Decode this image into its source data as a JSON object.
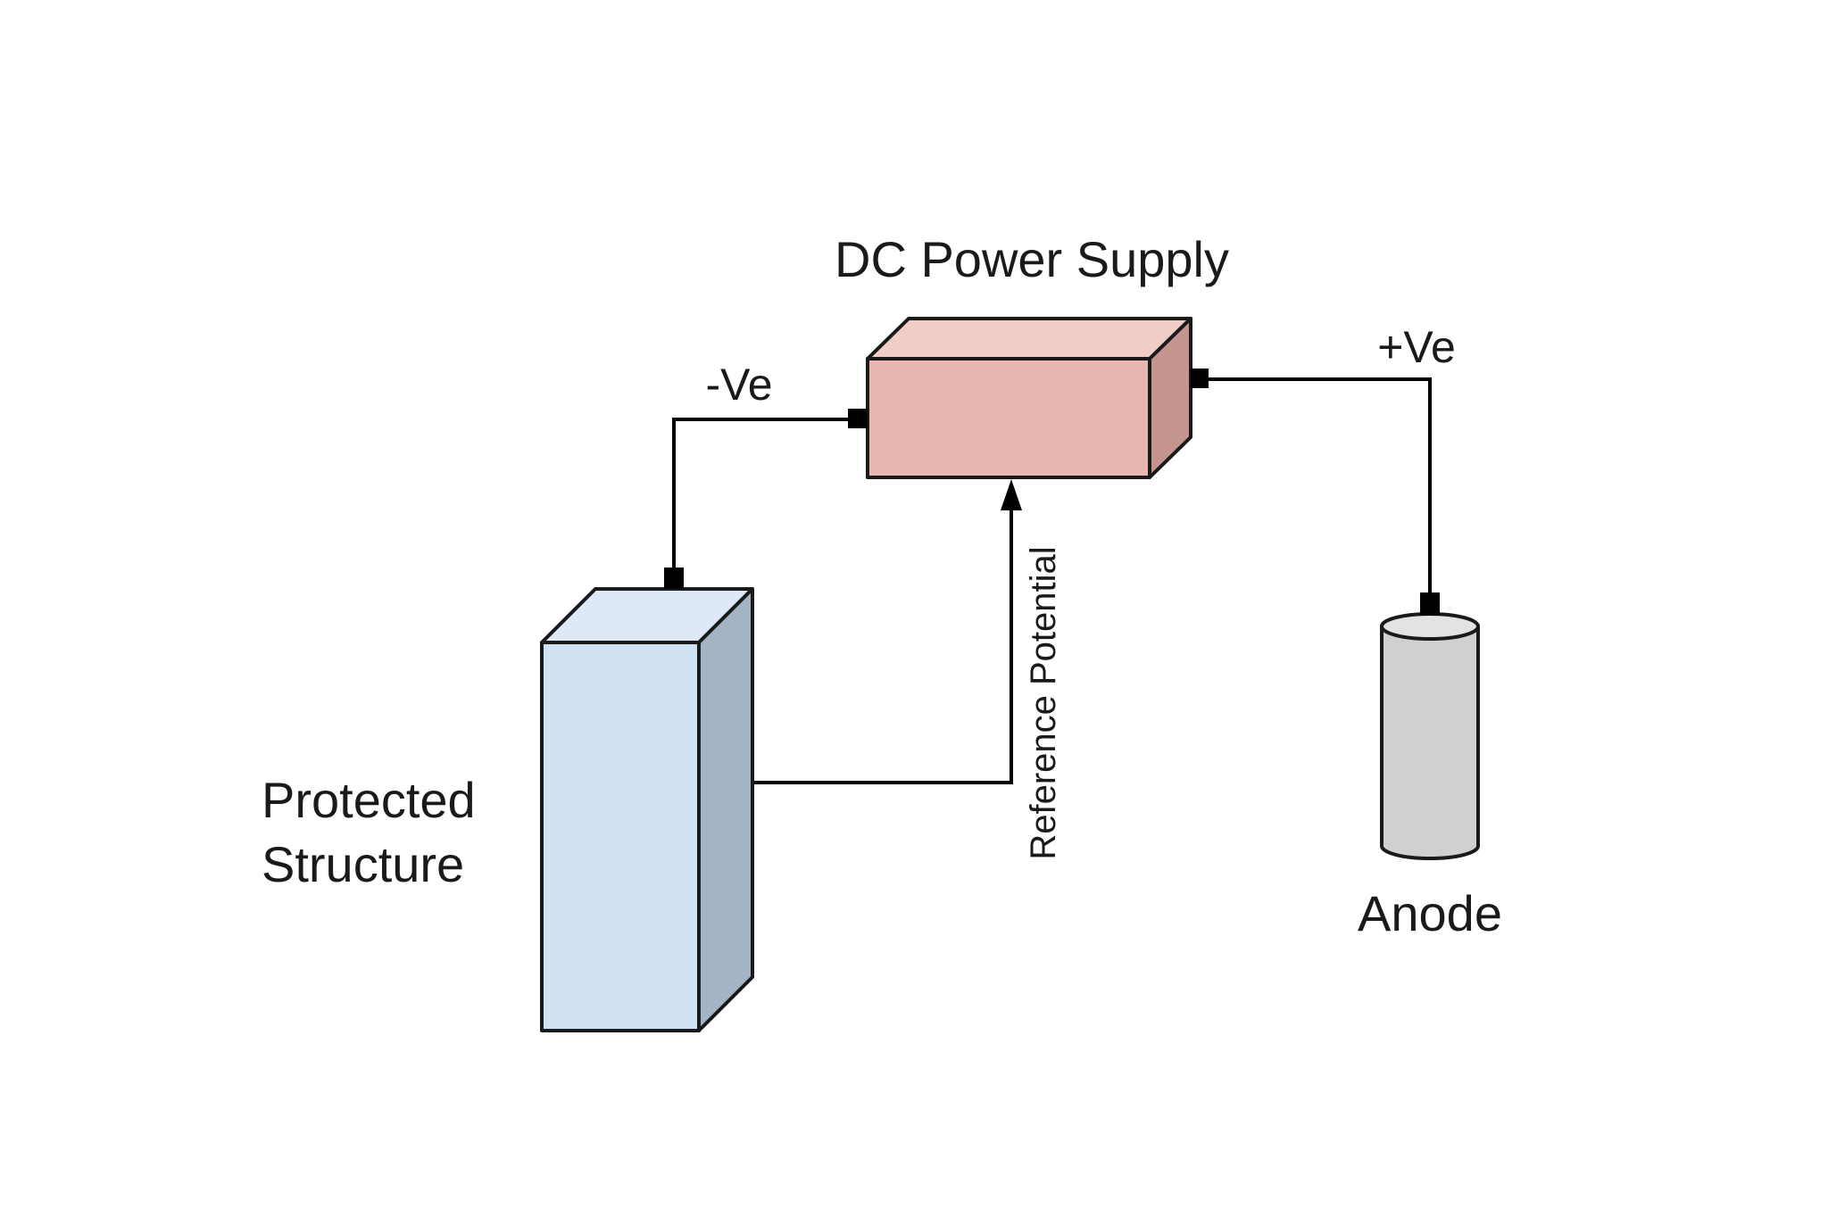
{
  "labels": {
    "power_supply": "DC Power Supply",
    "negative": "-Ve",
    "positive": "+Ve",
    "structure_line1": "Protected",
    "structure_line2": "Structure",
    "reference": "Reference Potential",
    "anode": "Anode"
  },
  "colors": {
    "power_supply_front": "#e7b7b0",
    "power_supply_top": "#f0cdc7",
    "power_supply_side": "#c4958e",
    "structure_front": "#cfe1f3",
    "structure_top": "#dde9f6",
    "structure_side": "#a3b4c5",
    "anode_body": "#d0d0d0",
    "anode_top": "#e3e3e3",
    "wire": "#000000"
  }
}
